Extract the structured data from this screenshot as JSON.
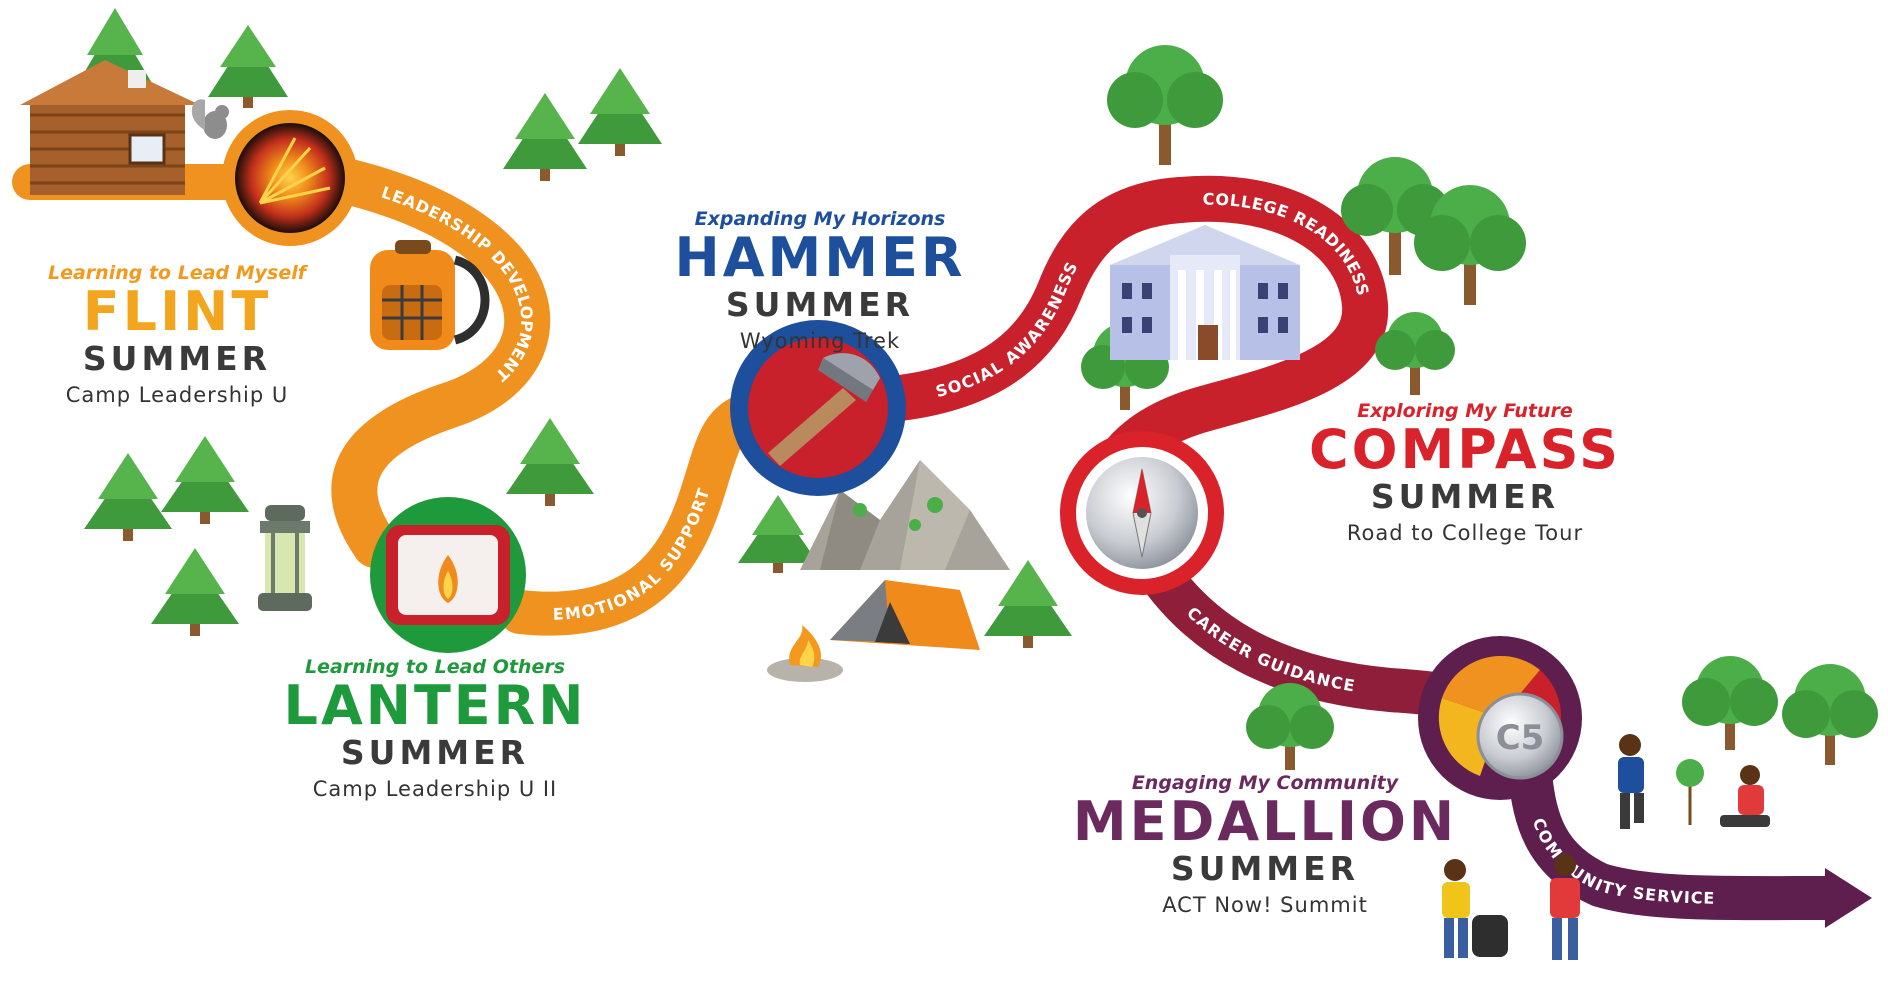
{
  "colors": {
    "flint": "#f39a1e",
    "lantern": "#1e9a3c",
    "hammer": "#1d4f9c",
    "compass": "#d9222a",
    "medallion": "#6b2a5e",
    "path_orange": "#f0921f",
    "path_red": "#c8212c",
    "path_plum": "#5e1f4f"
  },
  "stages": [
    {
      "key": "flint",
      "tagline": "Learning to Lead Myself",
      "name": "FLINT",
      "season": "SUMMER",
      "program": "Camp Leadership U"
    },
    {
      "key": "lantern",
      "tagline": "Learning to Lead Others",
      "name": "LANTERN",
      "season": "SUMMER",
      "program": "Camp Leadership U II"
    },
    {
      "key": "hammer",
      "tagline": "Expanding My Horizons",
      "name": "HAMMER",
      "season": "SUMMER",
      "program": "Wyoming Trek"
    },
    {
      "key": "compass",
      "tagline": "Exploring My Future",
      "name": "COMPASS",
      "season": "SUMMER",
      "program": "Road to College Tour"
    },
    {
      "key": "medallion",
      "tagline": "Engaging My Community",
      "name": "MEDALLION",
      "season": "SUMMER",
      "program": "ACT Now! Summit"
    }
  ],
  "path_labels": {
    "leadership": "LEADERSHIP DEVELOPMENT",
    "emotional": "EMOTIONAL SUPPORT",
    "social": "SOCIAL AWARENESS",
    "college": "COLLEGE READINESS",
    "career": "CAREER GUIDANCE",
    "community": "COMMUNITY SERVICE"
  },
  "medallion_emblem": "C5",
  "icons": {
    "flint": "flint-spark-icon",
    "lantern": "lantern-flame-icon",
    "hammer": "hammer-icon",
    "compass": "compass-icon",
    "medallion": "medal-icon"
  }
}
